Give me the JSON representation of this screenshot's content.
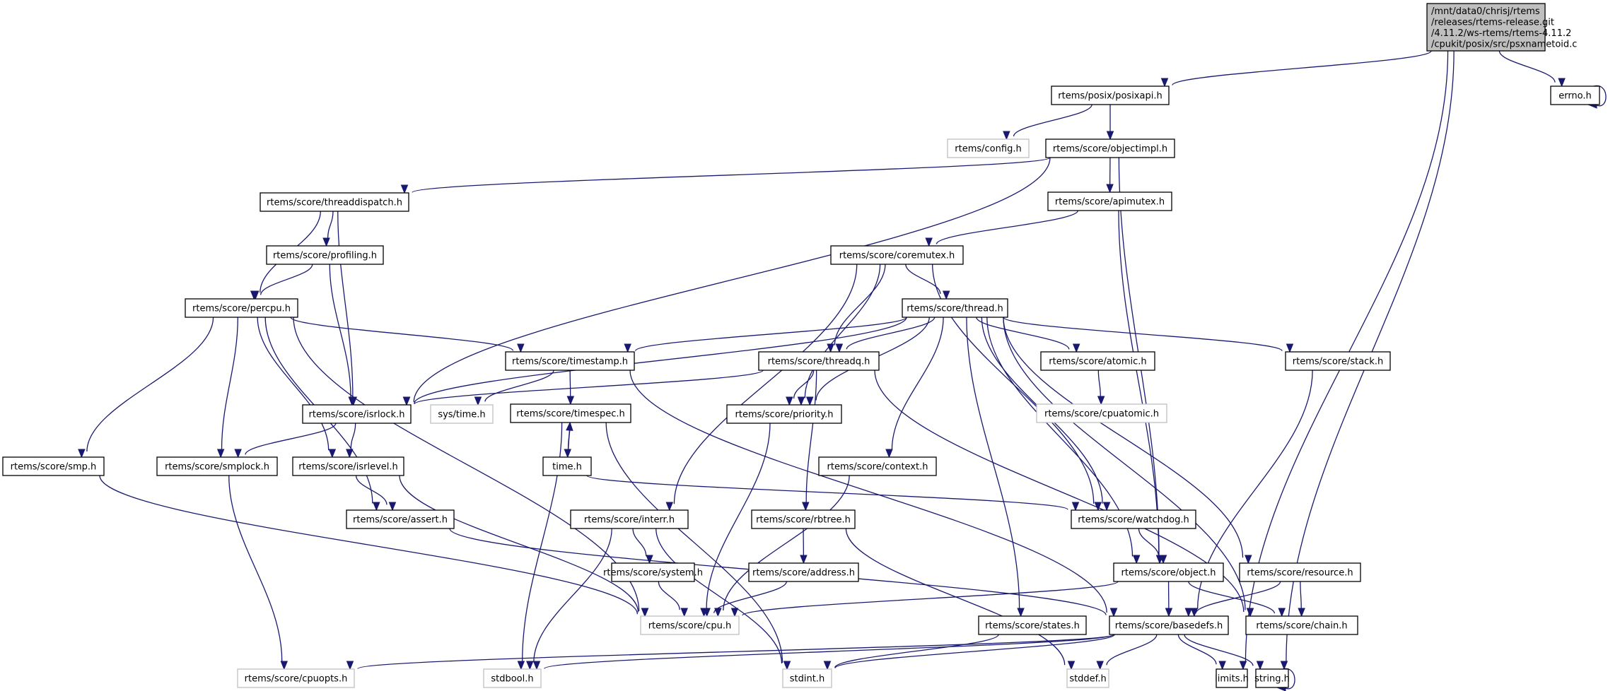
{
  "title": "Include dependency graph for psxnametoid.c",
  "colors": {
    "edge": "#191970",
    "node_border": "#000000",
    "missing_border": "#bfbfbf",
    "root_fill": "#bfbfbf",
    "background": "#ffffff"
  },
  "nodes": [
    {
      "id": "root",
      "label": "/mnt/data0/chrisj/rtems\n/releases/rtems-release.git\n/4.11.2/ws-rtems/rtems-4.11.2\n/cpukit/posix/src/psxnametoid.c",
      "kind": "root"
    },
    {
      "id": "errno",
      "label": "errno.h",
      "kind": "normal"
    },
    {
      "id": "posixapi",
      "label": "rtems/posix/posixapi.h",
      "kind": "normal"
    },
    {
      "id": "config",
      "label": "rtems/config.h",
      "kind": "missing"
    },
    {
      "id": "objectimpl",
      "label": "rtems/score/objectimpl.h",
      "kind": "normal"
    },
    {
      "id": "threaddispatch",
      "label": "rtems/score/threaddispatch.h",
      "kind": "normal"
    },
    {
      "id": "apimutex",
      "label": "rtems/score/apimutex.h",
      "kind": "normal"
    },
    {
      "id": "profiling",
      "label": "rtems/score/profiling.h",
      "kind": "normal"
    },
    {
      "id": "coremutex",
      "label": "rtems/score/coremutex.h",
      "kind": "normal"
    },
    {
      "id": "percpu",
      "label": "rtems/score/percpu.h",
      "kind": "normal"
    },
    {
      "id": "thread",
      "label": "rtems/score/thread.h",
      "kind": "normal"
    },
    {
      "id": "timestamp",
      "label": "rtems/score/timestamp.h",
      "kind": "normal"
    },
    {
      "id": "threadq",
      "label": "rtems/score/threadq.h",
      "kind": "normal"
    },
    {
      "id": "atomic",
      "label": "rtems/score/atomic.h",
      "kind": "normal"
    },
    {
      "id": "stack",
      "label": "rtems/score/stack.h",
      "kind": "normal"
    },
    {
      "id": "isrlock",
      "label": "rtems/score/isrlock.h",
      "kind": "normal"
    },
    {
      "id": "systime",
      "label": "sys/time.h",
      "kind": "missing"
    },
    {
      "id": "timespec",
      "label": "rtems/score/timespec.h",
      "kind": "normal"
    },
    {
      "id": "priority",
      "label": "rtems/score/priority.h",
      "kind": "normal"
    },
    {
      "id": "cpuatomic",
      "label": "rtems/score/cpuatomic.h",
      "kind": "missing"
    },
    {
      "id": "smp",
      "label": "rtems/score/smp.h",
      "kind": "normal"
    },
    {
      "id": "smplock",
      "label": "rtems/score/smplock.h",
      "kind": "normal"
    },
    {
      "id": "isrlevel",
      "label": "rtems/score/isrlevel.h",
      "kind": "normal"
    },
    {
      "id": "timeh",
      "label": "time.h",
      "kind": "normal"
    },
    {
      "id": "context",
      "label": "rtems/score/context.h",
      "kind": "normal"
    },
    {
      "id": "assert",
      "label": "rtems/score/assert.h",
      "kind": "normal"
    },
    {
      "id": "interr",
      "label": "rtems/score/interr.h",
      "kind": "normal"
    },
    {
      "id": "rbtree",
      "label": "rtems/score/rbtree.h",
      "kind": "normal"
    },
    {
      "id": "watchdog",
      "label": "rtems/score/watchdog.h",
      "kind": "normal"
    },
    {
      "id": "system",
      "label": "rtems/score/system.h",
      "kind": "normal"
    },
    {
      "id": "address",
      "label": "rtems/score/address.h",
      "kind": "normal"
    },
    {
      "id": "object",
      "label": "rtems/score/object.h",
      "kind": "normal"
    },
    {
      "id": "resource",
      "label": "rtems/score/resource.h",
      "kind": "normal"
    },
    {
      "id": "cpu",
      "label": "rtems/score/cpu.h",
      "kind": "missing"
    },
    {
      "id": "states",
      "label": "rtems/score/states.h",
      "kind": "normal"
    },
    {
      "id": "basedefs",
      "label": "rtems/score/basedefs.h",
      "kind": "normal"
    },
    {
      "id": "chain",
      "label": "rtems/score/chain.h",
      "kind": "normal"
    },
    {
      "id": "cpuopts",
      "label": "rtems/score/cpuopts.h",
      "kind": "missing"
    },
    {
      "id": "stdbool",
      "label": "stdbool.h",
      "kind": "missing"
    },
    {
      "id": "stdint",
      "label": "stdint.h",
      "kind": "missing"
    },
    {
      "id": "stddef",
      "label": "stddef.h",
      "kind": "missing"
    },
    {
      "id": "limits",
      "label": "limits.h",
      "kind": "normal"
    },
    {
      "id": "string",
      "label": "string.h",
      "kind": "normal"
    }
  ],
  "edges": [
    [
      "root",
      "posixapi"
    ],
    [
      "root",
      "errno"
    ],
    [
      "root",
      "limits"
    ],
    [
      "root",
      "string"
    ],
    [
      "errno",
      "errno"
    ],
    [
      "string",
      "string"
    ],
    [
      "posixapi",
      "config"
    ],
    [
      "posixapi",
      "objectimpl"
    ],
    [
      "objectimpl",
      "threaddispatch"
    ],
    [
      "objectimpl",
      "isrlock"
    ],
    [
      "objectimpl",
      "apimutex"
    ],
    [
      "objectimpl",
      "object"
    ],
    [
      "threaddispatch",
      "profiling"
    ],
    [
      "threaddispatch",
      "percpu"
    ],
    [
      "threaddispatch",
      "isrlock"
    ],
    [
      "profiling",
      "percpu"
    ],
    [
      "profiling",
      "isrlock"
    ],
    [
      "apimutex",
      "coremutex"
    ],
    [
      "apimutex",
      "object"
    ],
    [
      "coremutex",
      "thread"
    ],
    [
      "coremutex",
      "threadq"
    ],
    [
      "coremutex",
      "priority"
    ],
    [
      "coremutex",
      "interr"
    ],
    [
      "coremutex",
      "watchdog"
    ],
    [
      "percpu",
      "timestamp"
    ],
    [
      "percpu",
      "smp"
    ],
    [
      "percpu",
      "smplock"
    ],
    [
      "percpu",
      "isrlevel"
    ],
    [
      "percpu",
      "assert"
    ],
    [
      "percpu",
      "cpu"
    ],
    [
      "thread",
      "timestamp"
    ],
    [
      "thread",
      "isrlock"
    ],
    [
      "thread",
      "threadq"
    ],
    [
      "thread",
      "priority"
    ],
    [
      "thread",
      "atomic"
    ],
    [
      "thread",
      "stack"
    ],
    [
      "thread",
      "context"
    ],
    [
      "thread",
      "states"
    ],
    [
      "thread",
      "watchdog"
    ],
    [
      "thread",
      "object"
    ],
    [
      "thread",
      "resource"
    ],
    [
      "thread",
      "chain"
    ],
    [
      "timestamp",
      "systime"
    ],
    [
      "timestamp",
      "timespec"
    ],
    [
      "timestamp",
      "basedefs"
    ],
    [
      "threadq",
      "isrlock"
    ],
    [
      "threadq",
      "priority"
    ],
    [
      "threadq",
      "rbtree"
    ],
    [
      "threadq",
      "chain"
    ],
    [
      "atomic",
      "cpuatomic"
    ],
    [
      "stack",
      "basedefs"
    ],
    [
      "isrlock",
      "smplock"
    ],
    [
      "isrlock",
      "isrlevel"
    ],
    [
      "timespec",
      "timeh"
    ],
    [
      "timeh",
      "timespec"
    ],
    [
      "timespec",
      "stdbool"
    ],
    [
      "timespec",
      "stdint"
    ],
    [
      "timeh",
      "watchdog"
    ],
    [
      "priority",
      "cpu"
    ],
    [
      "smp",
      "cpu"
    ],
    [
      "smplock",
      "cpuopts"
    ],
    [
      "isrlevel",
      "assert"
    ],
    [
      "isrlevel",
      "cpu"
    ],
    [
      "assert",
      "basedefs"
    ],
    [
      "context",
      "cpu"
    ],
    [
      "interr",
      "system"
    ],
    [
      "interr",
      "stdbool"
    ],
    [
      "interr",
      "stdint"
    ],
    [
      "rbtree",
      "address"
    ],
    [
      "rbtree",
      "stddef"
    ],
    [
      "system",
      "cpu"
    ],
    [
      "address",
      "cpu"
    ],
    [
      "watchdog",
      "object"
    ],
    [
      "object",
      "cpu"
    ],
    [
      "object",
      "basedefs"
    ],
    [
      "object",
      "chain"
    ],
    [
      "resource",
      "basedefs"
    ],
    [
      "resource",
      "chain"
    ],
    [
      "states",
      "stdint"
    ],
    [
      "basedefs",
      "cpuopts"
    ],
    [
      "basedefs",
      "stdbool"
    ],
    [
      "basedefs",
      "stdint"
    ],
    [
      "basedefs",
      "stddef"
    ],
    [
      "basedefs",
      "limits"
    ],
    [
      "basedefs",
      "string"
    ]
  ]
}
